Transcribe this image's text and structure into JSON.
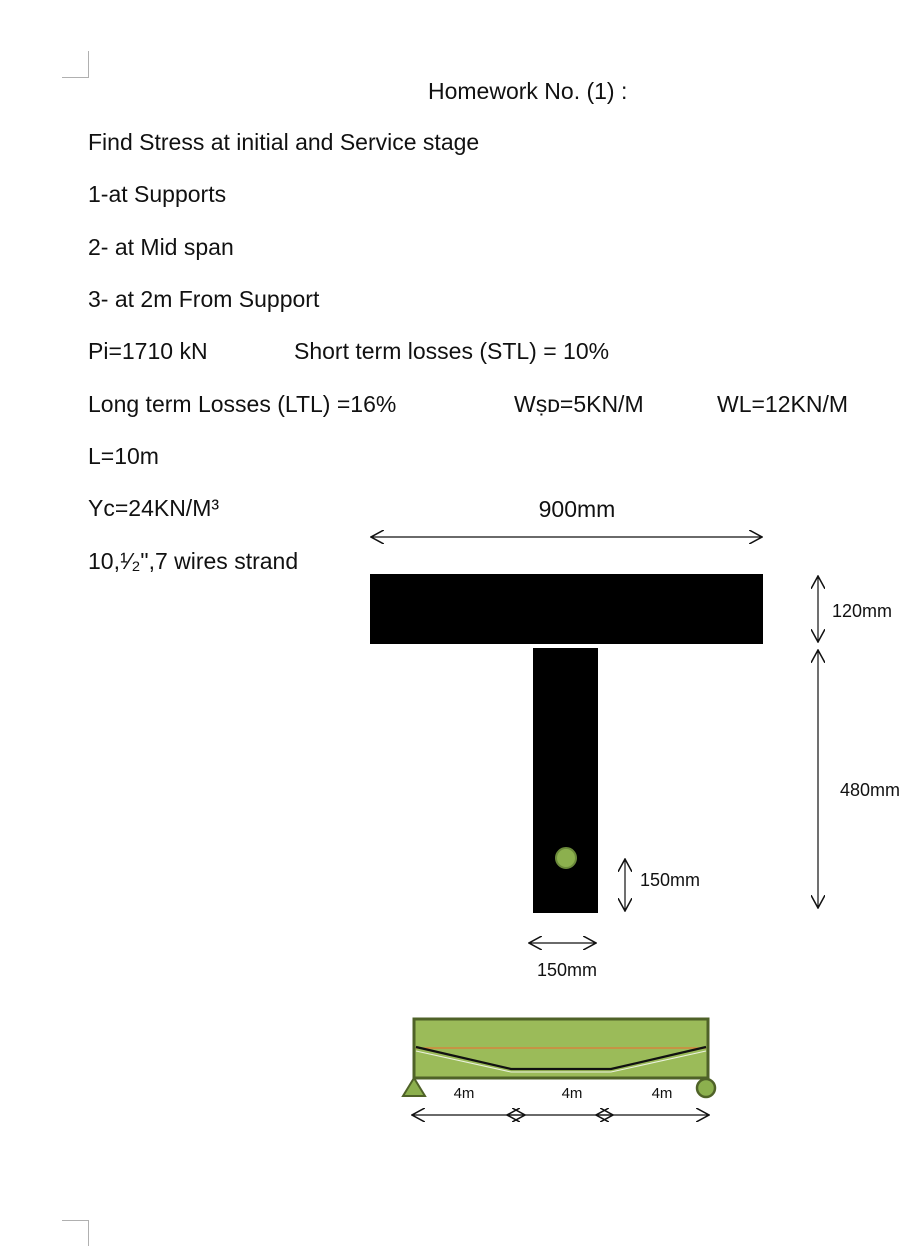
{
  "document": {
    "title": "Homework No. (1) :",
    "heading": "Find Stress at initial and Service stage",
    "items": [
      "1-at Supports",
      "2- at Mid span",
      "3- at 2m From Support"
    ],
    "pi": "Pi=1710 kN",
    "stl": "Short term losses (STL) = 10%",
    "ltl": "Long term Losses (LTL) =16%",
    "wsd": "Wṣᴅ=5KN/M",
    "wl": "WL=12KN/M",
    "length": "L=10m",
    "unit_weight": "Yc=24KN/M³",
    "strand": "10,¹⁄₂\",7 wires strand"
  },
  "section": {
    "flange_width": "900mm",
    "flange_depth": "120mm",
    "web_depth": "480mm",
    "tendon_eccentricity": "150mm",
    "web_width": "150mm",
    "colors": {
      "concrete": "#000000",
      "tendon": "#8cb04e"
    }
  },
  "beam": {
    "spans": [
      "4m",
      "4m",
      "4m"
    ],
    "colors": {
      "beam_fill": "#9bbb59",
      "beam_border": "#4f6228",
      "cgc_line": "#e07b39",
      "tendon": "#111111"
    }
  }
}
